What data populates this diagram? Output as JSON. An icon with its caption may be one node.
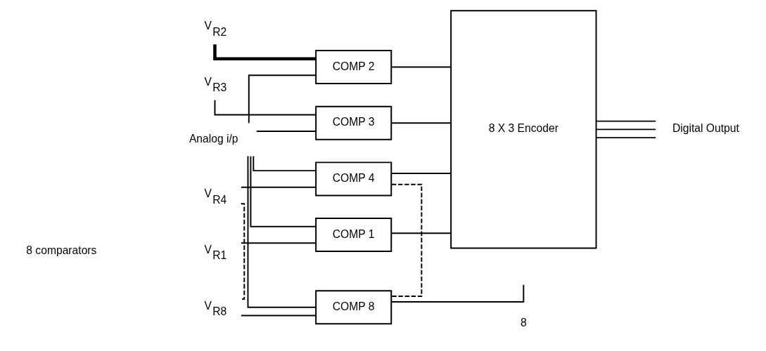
{
  "diagram": {
    "nodes": [
      {
        "text": [
          "Analog i/p"
        ]
      },
      {
        "text": [
          "COMP 1"
        ]
      },
      {
        "text": [
          "COMP 2"
        ]
      },
      {
        "text": [
          "COMP 3"
        ]
      },
      {
        "text": [
          "COMP 4"
        ]
      },
      {
        "text": [
          "COMP 8"
        ]
      },
      {
        "text": [
          "V$_{R1}$"
        ]
      },
      {
        "text": [
          "V$_{R2}$"
        ]
      },
      {
        "text": [
          "V$_{R3}$"
        ]
      },
      {
        "text": [
          "V$_{R4}$"
        ]
      },
      {
        "text": [
          "V$_{R8}$"
        ]
      },
      {
        "text": [
          "8 X 3 Encoder"
        ]
      },
      {
        "text": [
          "Digital Output"
        ]
      }
    ],
    "edges": [
      {
        "from": 0,
        "to": 1,
        "arrow": "none"
      },
      {
        "from": 0,
        "to": 2,
        "arrow": "none"
      },
      {
        "from": 0,
        "to": 3,
        "arrow": "none"
      },
      {
        "from": 0,
        "to": 4,
        "arrow": "none"
      },
      {
        "from": 0,
        "to": 5,
        "arrow": "none"
      },
      {
        "from": 6,
        "to": 1,
        "arrow": "none"
      },
      {
        "from": 7,
        "to": 2,
        "arrow": "none",
        "style": "thick"
      },
      {
        "from": 8,
        "to": 3,
        "arrow": "none"
      },
      {
        "from": 9,
        "to": 4,
        "arrow": "none"
      },
      {
        "from": 10,
        "to": 5,
        "arrow": "none"
      },
      {
        "from": 9,
        "to": 10,
        "arrow": "none",
        "style": "dashed"
      },
      {
        "from": 4,
        "to": 5,
        "arrow": "none",
        "style": "dashed"
      },
      {
        "from": 1,
        "to": 11,
        "arrow": "none"
      },
      {
        "from": 2,
        "to": 11,
        "arrow": "none"
      },
      {
        "from": 3,
        "to": 11,
        "arrow": "none"
      },
      {
        "from": 4,
        "to": 11,
        "arrow": "none"
      },
      {
        "from": 5,
        "to": null,
        "arrow": "none"
      },
      {
        "from": 11,
        "to": 12,
        "arrow": "none"
      },
      {
        "from": 11,
        "to": 12,
        "arrow": "none"
      },
      {
        "from": 11,
        "to": 12,
        "arrow": "none"
      }
    ],
    "labels": [
      "8 comparators",
      "8"
    ]
  }
}
